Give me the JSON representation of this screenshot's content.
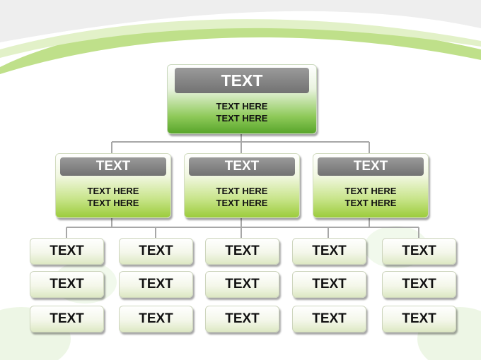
{
  "root": {
    "title": "TEXT",
    "lines": [
      "TEXT HERE",
      "TEXT HERE"
    ]
  },
  "branches": [
    {
      "title": "TEXT",
      "lines": [
        "TEXT HERE",
        "TEXT HERE"
      ]
    },
    {
      "title": "TEXT",
      "lines": [
        "TEXT HERE",
        "TEXT HERE"
      ]
    },
    {
      "title": "TEXT",
      "lines": [
        "TEXT HERE",
        "TEXT HERE"
      ]
    }
  ],
  "leaves": [
    [
      "TEXT",
      "TEXT",
      "TEXT",
      "TEXT",
      "TEXT"
    ],
    [
      "TEXT",
      "TEXT",
      "TEXT",
      "TEXT",
      "TEXT"
    ],
    [
      "TEXT",
      "TEXT",
      "TEXT",
      "TEXT",
      "TEXT"
    ]
  ],
  "colors": {
    "title_bar": "#858585",
    "root_green": "#58a52a",
    "branch_green": "#9ccc3c",
    "swoosh": "#bfe08a",
    "connector": "#a7a7a7"
  }
}
